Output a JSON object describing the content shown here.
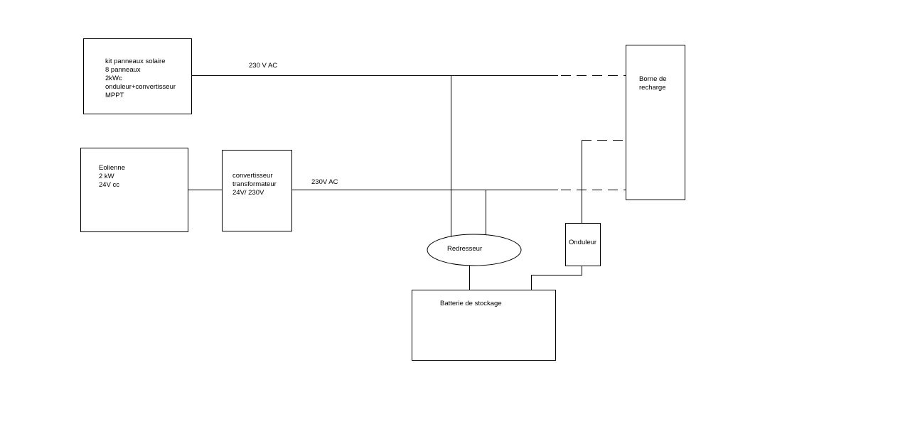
{
  "solar_box": {
    "lines": [
      "kit panneaux solaire",
      "8 panneaux",
      "2kWc",
      "onduleur+convertisseur",
      "MPPT"
    ]
  },
  "wind_box": {
    "lines": [
      "Eolienne",
      "2 kW",
      "24V cc"
    ]
  },
  "converter_box": {
    "lines": [
      "convertisseur",
      "transformateur",
      "24V/ 230V"
    ]
  },
  "charging_station": {
    "lines": [
      "Borne de",
      "recharge"
    ]
  },
  "rectifier": {
    "label": "Redresseur"
  },
  "inverter": {
    "label": "Onduleur"
  },
  "battery": {
    "label": "Batterie de stockage"
  },
  "line_labels": {
    "solar_ac": "230 V  AC",
    "wind_ac": "230V AC"
  },
  "colors": {
    "stroke": "#000000",
    "background": "#ffffff"
  }
}
